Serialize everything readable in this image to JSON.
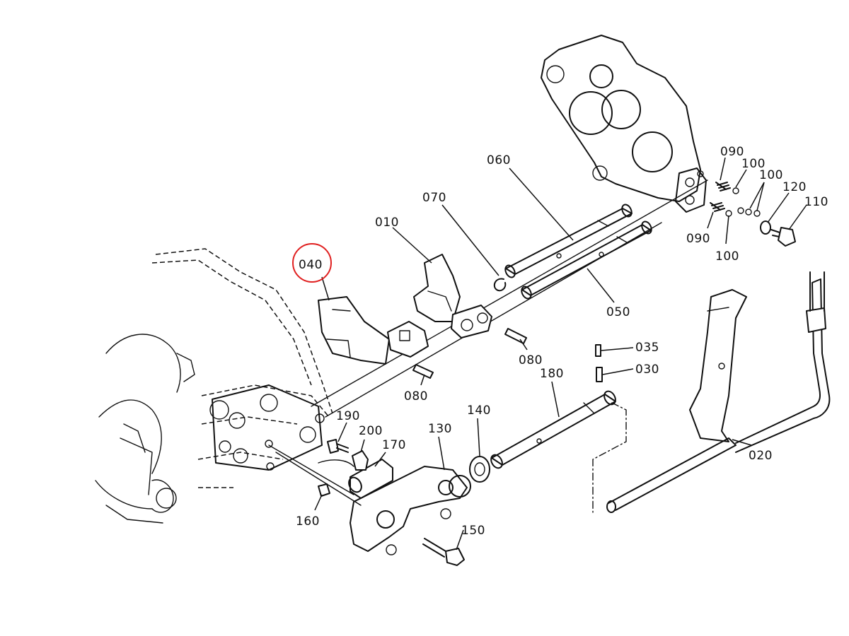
{
  "labels": {
    "p010": "010",
    "p020": "020",
    "p030": "030",
    "p035": "035",
    "p040": "040",
    "p050": "050",
    "p060": "060",
    "p070": "070",
    "p080a": "080",
    "p080b": "080",
    "p090a": "090",
    "p090b": "090",
    "p100a": "100",
    "p100b": "100",
    "p100c": "100",
    "p110": "110",
    "p120": "120",
    "p130": "130",
    "p140": "140",
    "p150": "150",
    "p160": "160",
    "p170": "170",
    "p180": "180",
    "p190": "190",
    "p200": "200"
  },
  "highlight": {
    "part": "040",
    "color": "#e02020"
  },
  "colors": {
    "ink": "#111111",
    "background": "#ffffff"
  }
}
